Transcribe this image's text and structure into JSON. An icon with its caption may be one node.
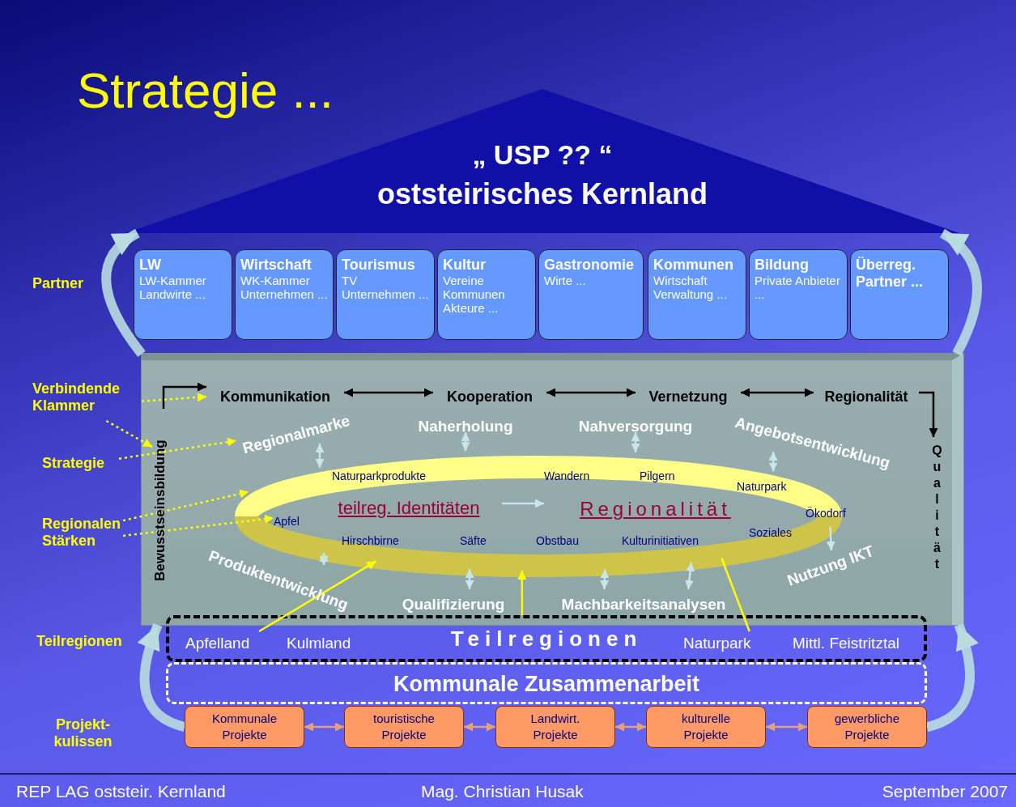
{
  "diagram": {
    "title": "Strategie ...",
    "nodes": [
      {
        "text": [
          "„ USP ?? “",
          "oststeirisches Kernland"
        ]
      },
      {
        "text": [
          "LW",
          "LW-Kammer Landwirte ..."
        ]
      },
      {
        "text": [
          "Wirtschaft",
          "WK-Kammer Unternehmen ..."
        ]
      },
      {
        "text": [
          "Tourismus",
          "TV Unternehmen ..."
        ]
      },
      {
        "text": [
          "Kultur",
          "Vereine Kommunen Akteure ..."
        ]
      },
      {
        "text": [
          "Gastronomie",
          "Wirte ..."
        ]
      },
      {
        "text": [
          "Kommunen",
          "Wirtschaft Verwaltung ..."
        ]
      },
      {
        "text": [
          "Bildung",
          "Private Anbieter ..."
        ]
      },
      {
        "text": [
          "Überreg. Partner ..."
        ]
      },
      {
        "text": [],
        "shape": "box"
      },
      {
        "text": [
          "Bewusstseinsbildung"
        ],
        "in": 9
      },
      {
        "text": [
          "Kommunikation"
        ],
        "in": 9
      },
      {
        "text": [
          "Kooperation"
        ],
        "in": 9
      },
      {
        "text": [
          "Vernetzung"
        ],
        "in": 9
      },
      {
        "text": [
          "Regionalität"
        ],
        "in": 9
      },
      {
        "text": [
          "Qualität"
        ],
        "in": 9
      },
      {
        "text": [
          "Regionalmarke"
        ],
        "in": 9
      },
      {
        "text": [
          "Naherholung"
        ],
        "in": 9
      },
      {
        "text": [
          "Nahversorgung"
        ],
        "in": 9
      },
      {
        "text": [
          "Angebotsentwicklung"
        ],
        "in": 9
      },
      {
        "text": [],
        "shape": "ellipse",
        "in": 9
      },
      {
        "text": [
          "Naturparkprodukte"
        ],
        "in": 20
      },
      {
        "text": [
          "Wandern"
        ],
        "in": 20
      },
      {
        "text": [
          "Pilgern"
        ],
        "in": 20
      },
      {
        "text": [
          "Naturpark"
        ],
        "in": 20
      },
      {
        "text": [
          "Apfel"
        ],
        "in": 20
      },
      {
        "text": [
          "teilreg. Identitäten"
        ],
        "in": 20
      },
      {
        "text": [
          "Regionalität"
        ],
        "in": 20
      },
      {
        "text": [
          "Ökodorf"
        ],
        "in": 20
      },
      {
        "text": [
          "Hirschbirne"
        ],
        "in": 20
      },
      {
        "text": [
          "Säfte"
        ],
        "in": 20
      },
      {
        "text": [
          "Obstbau"
        ],
        "in": 20
      },
      {
        "text": [
          "Kulturinitiativen"
        ],
        "in": 20
      },
      {
        "text": [
          "Soziales"
        ],
        "in": 20
      },
      {
        "text": [
          "Produktentwicklung"
        ],
        "in": 9
      },
      {
        "text": [
          "Nutzung IKT"
        ],
        "in": 9
      },
      {
        "text": [
          "Qualifizierung"
        ],
        "in": 9
      },
      {
        "text": [
          "Machbarkeitsanalysen"
        ],
        "in": 9
      },
      {
        "text": [
          "Verbindende Klammer"
        ]
      },
      {
        "text": [
          "Strategie"
        ]
      },
      {
        "text": [
          "Regionalen Stärken"
        ]
      },
      {
        "text": [
          "Teilregionen"
        ]
      },
      {
        "text": [
          "Apfelland"
        ],
        "in": 41
      },
      {
        "text": [
          "Kulmland"
        ],
        "in": 41
      },
      {
        "text": [
          "Naturpark"
        ],
        "in": 41
      },
      {
        "text": [
          "Mittl. Feistritztal"
        ],
        "in": 41
      },
      {
        "text": [
          "Kommunale Zusammenarbeit"
        ]
      },
      {
        "text": [
          "Kommunale Projekte"
        ]
      },
      {
        "text": [
          "touristische Projekte"
        ]
      },
      {
        "text": [
          "Landwirt. Projekte"
        ]
      },
      {
        "text": [
          "kulturelle Projekte"
        ]
      },
      {
        "text": [
          "gewerbliche Projekte"
        ]
      }
    ],
    "edges": [
      {
        "from": 11,
        "to": 12,
        "arrow": "both",
        "color": "#000000"
      },
      {
        "from": 12,
        "to": 13,
        "arrow": "both",
        "color": "#000000"
      },
      {
        "from": 13,
        "to": 14,
        "arrow": "both",
        "color": "#000000"
      },
      {
        "from": 10,
        "to": 11,
        "arrow": "to",
        "color": "#000000"
      },
      {
        "from": 14,
        "to": 15,
        "arrow": "to",
        "color": "#000000"
      },
      {
        "from": 16,
        "to": 20,
        "arrow": "both",
        "color": "#c8e4ec"
      },
      {
        "from": 17,
        "to": 20,
        "arrow": "both",
        "color": "#c8e4ec"
      },
      {
        "from": 18,
        "to": 20,
        "arrow": "both",
        "color": "#c8e4ec"
      },
      {
        "from": 19,
        "to": 20,
        "arrow": "both",
        "color": "#c8e4ec"
      },
      {
        "from": 20,
        "to": 35,
        "arrow": "to",
        "color": "#c8e4ec"
      },
      {
        "from": 20,
        "to": 34,
        "arrow": "both",
        "color": "#c8e4ec"
      },
      {
        "from": 20,
        "to": 36,
        "arrow": "both",
        "color": "#c8e4ec"
      },
      {
        "from": 20,
        "to": 37,
        "arrow": "both",
        "color": "#c8e4ec"
      },
      {
        "from": 20,
        "to": 37,
        "arrow": "both",
        "color": "#c8e4ec"
      },
      {
        "from": 26,
        "to": 27,
        "arrow": "to",
        "color": "#c8e4ec"
      },
      {
        "from": 38,
        "to": 11,
        "arrow": "to",
        "style": "dashed",
        "color": "#ffff00"
      },
      {
        "from": 38,
        "to": 10,
        "arrow": "to",
        "style": "dashed",
        "color": "#ffff00"
      },
      {
        "from": 39,
        "to": 16,
        "arrow": "to",
        "style": "dashed",
        "color": "#ffff00"
      },
      {
        "from": 40,
        "to": 20,
        "arrow": "to",
        "style": "dashed",
        "color": "#ffff00"
      },
      {
        "from": 40,
        "to": 25,
        "arrow": "to",
        "style": "dashed",
        "color": "#ffff00"
      },
      {
        "from": 42,
        "to": 20,
        "arrow": "to",
        "color": "#ffff00"
      },
      {
        "from": 41,
        "to": 20,
        "arrow": "to",
        "color": "#ffff00"
      },
      {
        "from": 44,
        "to": 20,
        "arrow": "none",
        "color": "#ffff00"
      },
      {
        "from": 47,
        "to": 48,
        "arrow": "both",
        "color": "#e8a070"
      },
      {
        "from": 48,
        "to": 49,
        "arrow": "both",
        "color": "#e8a070"
      },
      {
        "from": 49,
        "to": 50,
        "arrow": "both",
        "color": "#e8a070"
      },
      {
        "from": 50,
        "to": 51,
        "arrow": "both",
        "color": "#e8a070"
      },
      {
        "from": 47,
        "to": 9,
        "arrow": "to",
        "style": "thick",
        "color": "#b8dce0"
      },
      {
        "from": 51,
        "to": 9,
        "arrow": "to",
        "style": "thick",
        "color": "#b8dce0"
      },
      {
        "from": 9,
        "to": 0,
        "arrow": "to",
        "style": "thick",
        "color": "#b8dce0"
      },
      {
        "from": 9,
        "to": 0,
        "arrow": "to",
        "style": "thick",
        "color": "#b8dce0"
      }
    ],
    "labels": [
      "Partner",
      "Teilregionen",
      "Projekt- kulissen",
      "REP LAG oststeir. Kernland",
      "Mag. Christian Husak",
      "September 2007"
    ]
  }
}
